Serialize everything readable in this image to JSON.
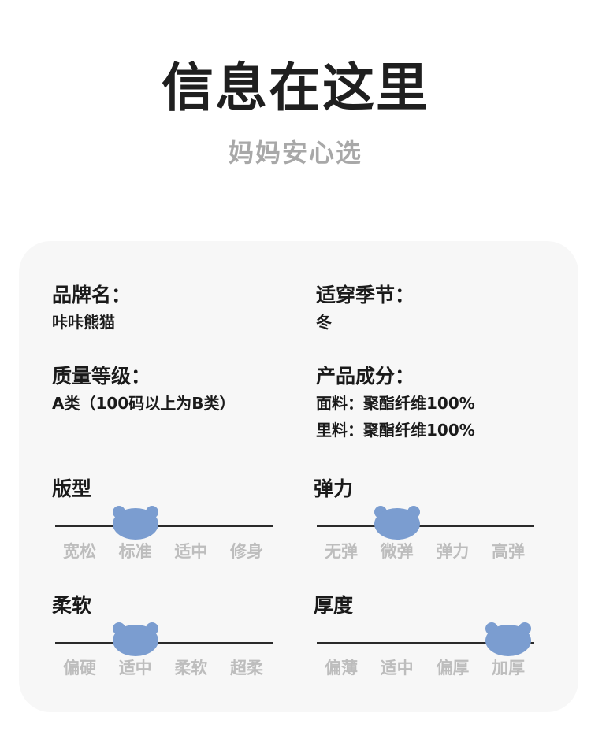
{
  "header": {
    "title": "信息在这里",
    "subtitle": "妈妈安心选"
  },
  "colors": {
    "bear": "#7b9dd0",
    "tick_text": "#bdbdbd",
    "card_bg": "#f7f7f7"
  },
  "info": {
    "brand": {
      "label": "品牌名：",
      "value": "咔咔熊猫"
    },
    "season": {
      "label": "适穿季节：",
      "value": "冬"
    },
    "grade": {
      "label": "质量等级：",
      "value": "A类（100码以上为B类）"
    },
    "composition": {
      "label": "产品成分：",
      "lines": [
        "面料：聚酯纤维100%",
        "里料：聚酯纤维100%"
      ]
    }
  },
  "scales": [
    {
      "title": "版型",
      "options": [
        "宽松",
        "标准",
        "适中",
        "修身"
      ],
      "selected_index": 1
    },
    {
      "title": "弹力",
      "options": [
        "无弹",
        "微弹",
        "弹力",
        "高弹"
      ],
      "selected_index": 1
    },
    {
      "title": "柔软",
      "options": [
        "偏硬",
        "适中",
        "柔软",
        "超柔"
      ],
      "selected_index": 1
    },
    {
      "title": "厚度",
      "options": [
        "偏薄",
        "适中",
        "偏厚",
        "加厚"
      ],
      "selected_index": 3
    }
  ]
}
